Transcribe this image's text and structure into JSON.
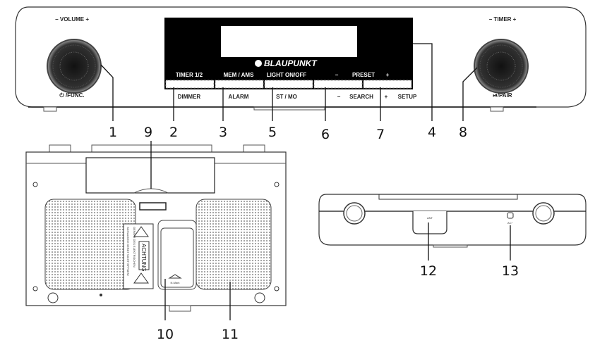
{
  "front_view": {
    "volume_label": "− VOLUME +",
    "power_func_label": "⏻ /FUNC.",
    "timer_label": "− TIMER +",
    "play_pair_label": "⏯/PAIR",
    "brand": "BLAUPUNKT",
    "top_labels": [
      "TIMER 1/2",
      "MEM / AMS",
      "LIGHT ON/OFF",
      "−",
      "PRESET",
      "+"
    ],
    "bottom_labels": [
      "DIMMER",
      "ALARM",
      "ST / MO",
      "−",
      "SEARCH",
      "+",
      "SETUP"
    ]
  },
  "rear_view": {
    "warning_title": "ACHTUNG",
    "warning_lines": [
      "GEFAHR DES ELEKTRISCHEN",
      "SCHLAGES! GERÄT NICHT ÖFFNEN!"
    ],
    "nfc_label": "N-Mark"
  },
  "side_view": {
    "ant_label": "ANT",
    "ac_label": "AC~"
  },
  "callouts": [
    "1",
    "2",
    "3",
    "4",
    "5",
    "6",
    "7",
    "8",
    "9",
    "10",
    "11",
    "12",
    "13"
  ]
}
